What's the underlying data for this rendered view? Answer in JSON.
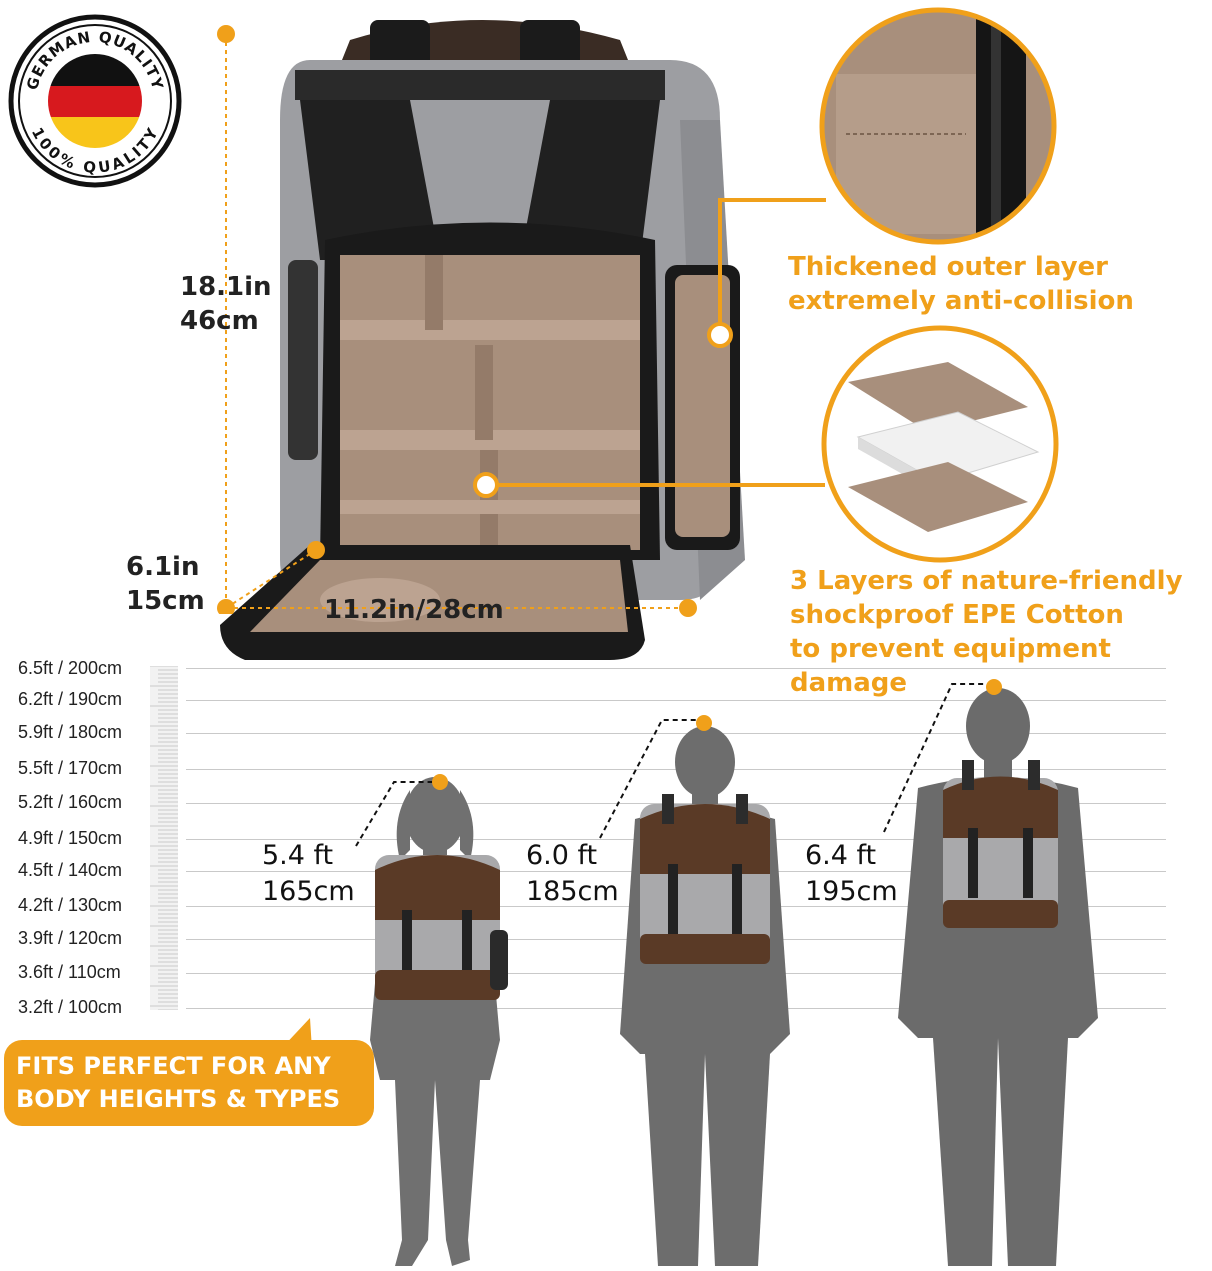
{
  "badge": {
    "top_text": "GERMAN QUALITY",
    "bottom_text": "100% QUALITY"
  },
  "dimensions": {
    "height_in": "18.1in",
    "height_cm": "46cm",
    "depth_in": "6.1in",
    "depth_cm": "15cm",
    "width": "11.2in/28cm"
  },
  "features": {
    "outer_layer_line1": "Thickened outer layer",
    "outer_layer_line2": "extremely anti-collision",
    "layers_line1": "3 Layers of nature-friendly",
    "layers_line2": "shockproof EPE Cotton",
    "layers_line3": "to prevent equipment damage"
  },
  "height_scale": [
    "6.5ft / 200cm",
    "6.2ft / 190cm",
    "5.9ft / 180cm",
    "5.5ft / 170cm",
    "5.2ft / 160cm",
    "4.9ft / 150cm",
    "4.5ft / 140cm",
    "4.2ft / 130cm",
    "3.9ft / 120cm",
    "3.6ft / 110cm",
    "3.2ft / 100cm"
  ],
  "people": [
    {
      "ft": "5.4 ft",
      "cm": "165cm"
    },
    {
      "ft": "6.0 ft",
      "cm": "185cm"
    },
    {
      "ft": "6.4 ft",
      "cm": "195cm"
    }
  ],
  "banner": {
    "line1": "FITS PERFECT FOR ANY",
    "line2": "BODY HEIGHTS & TYPES"
  },
  "colors": {
    "accent": "#f0a01a",
    "backpack_gray": "#a9a9ab",
    "backpack_brown": "#5a3a26",
    "padding_tan": "#a88f7c",
    "silhouette": "#6f6f6f"
  }
}
